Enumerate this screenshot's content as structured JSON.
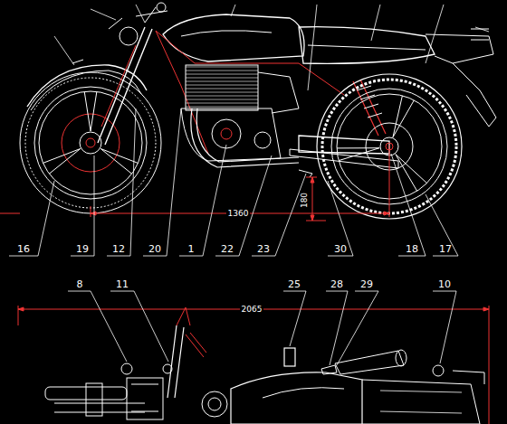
{
  "diagram": {
    "labels": [
      "16",
      "19",
      "12",
      "20",
      "1",
      "22",
      "23",
      "30",
      "18",
      "17",
      "1360",
      "180",
      "8",
      "11",
      "25",
      "28",
      "29",
      "10",
      "2065"
    ]
  }
}
